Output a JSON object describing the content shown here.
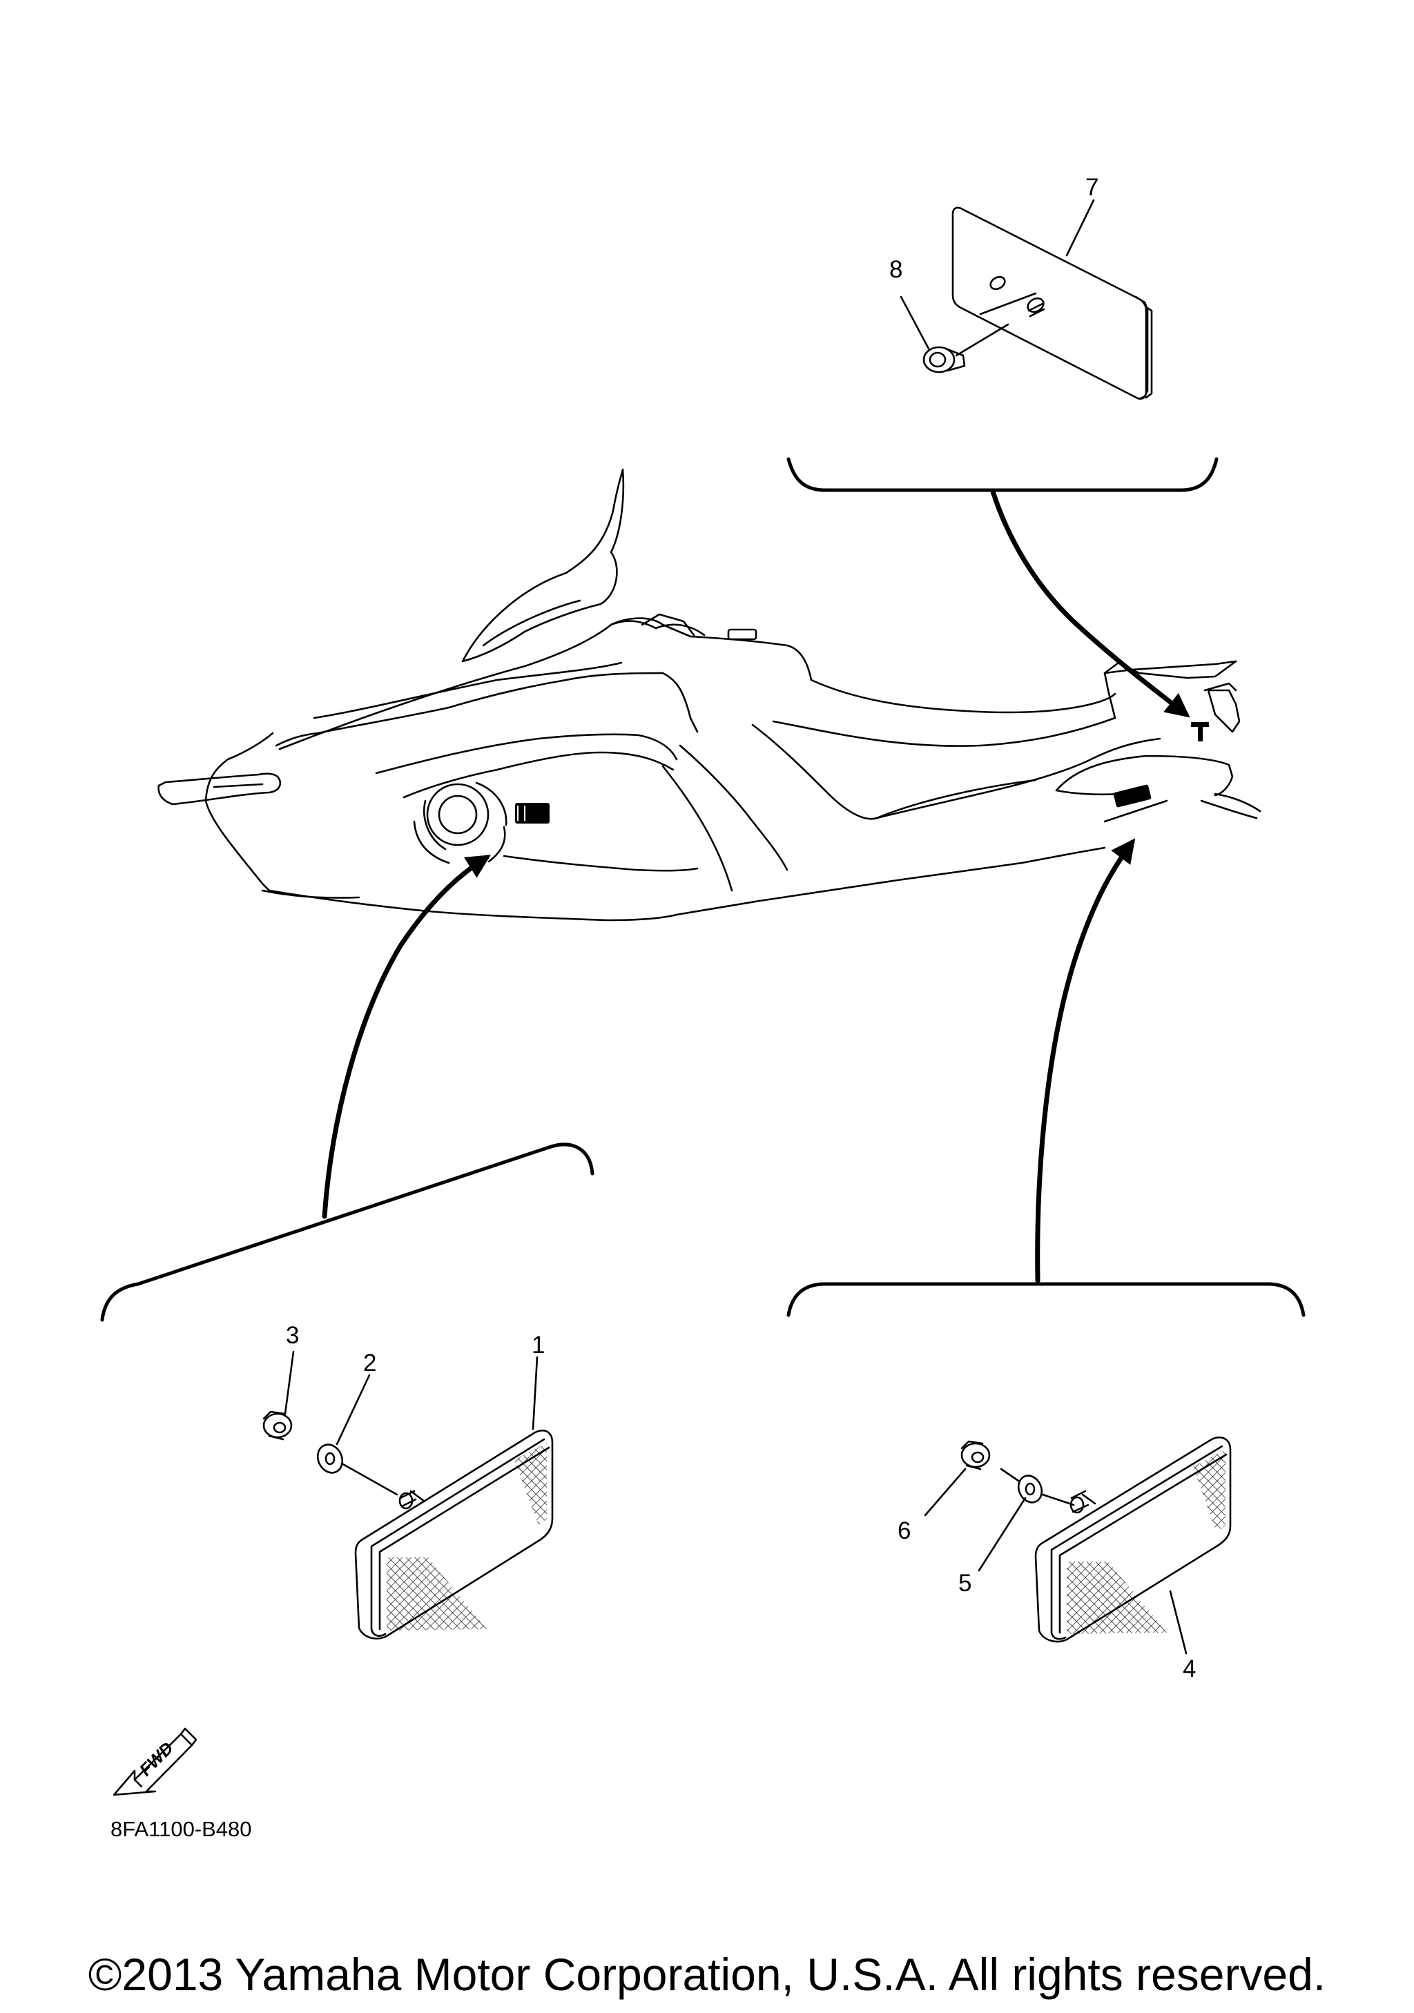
{
  "diagram": {
    "callouts": {
      "c1": "1",
      "c2": "2",
      "c3": "3",
      "c4": "4",
      "c5": "5",
      "c6": "6",
      "c7": "7",
      "c8": "8"
    },
    "fwd_label": "FWD",
    "part_code": "8FA1100-B480"
  },
  "footer": {
    "copyright": "©2013 Yamaha Motor Corporation, U.S.A. All rights reserved."
  }
}
